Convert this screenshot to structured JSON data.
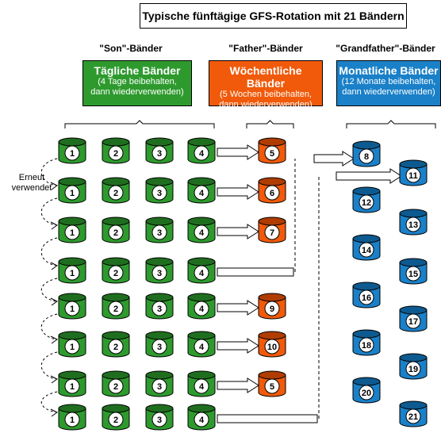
{
  "title": "Typische fünftägige GFS-Rotation mit 21 Bändern",
  "son": {
    "label": "\"Son\"-Bänder",
    "title": "Tägliche Bänder",
    "desc1": "(4 Tage beibehalten,",
    "desc2": "dann wiederverwenden)"
  },
  "father": {
    "label": "\"Father\"-Bänder",
    "title": "Wöchentliche Bänder",
    "desc1": "(5 Wochen beibehalten,",
    "desc2": "dann wiederverwenden)"
  },
  "grandfather": {
    "label": "\"Grandfather\"-Bänder",
    "title": "Monatliche Bänder",
    "desc1": "(12 Monate beibehalten,",
    "desc2": "dann wiederverwenden)"
  },
  "reuse_label_1": "Erneut",
  "reuse_label_2": "verwendet",
  "daily_rows": [
    [
      "1",
      "2",
      "3",
      "4"
    ],
    [
      "1",
      "2",
      "3",
      "4"
    ],
    [
      "1",
      "2",
      "3",
      "4"
    ],
    [
      "1",
      "2",
      "3",
      "4"
    ],
    [
      "1",
      "2",
      "3",
      "4"
    ],
    [
      "1",
      "2",
      "3",
      "4"
    ],
    [
      "1",
      "2",
      "3",
      "4"
    ],
    [
      "1",
      "2",
      "3",
      "4"
    ]
  ],
  "weekly": [
    "5",
    "6",
    "7",
    "9",
    "10",
    "5"
  ],
  "monthly": [
    "8",
    "11",
    "12",
    "13",
    "14",
    "15",
    "16",
    "17",
    "18",
    "19",
    "20",
    "21"
  ],
  "colors": {
    "green": "#2e9a2e",
    "green_dark": "#1f6e1f",
    "orange": "#f05a0a",
    "orange_dark": "#b03c00",
    "blue": "#1a80c8",
    "blue_dark": "#0d5a90"
  }
}
